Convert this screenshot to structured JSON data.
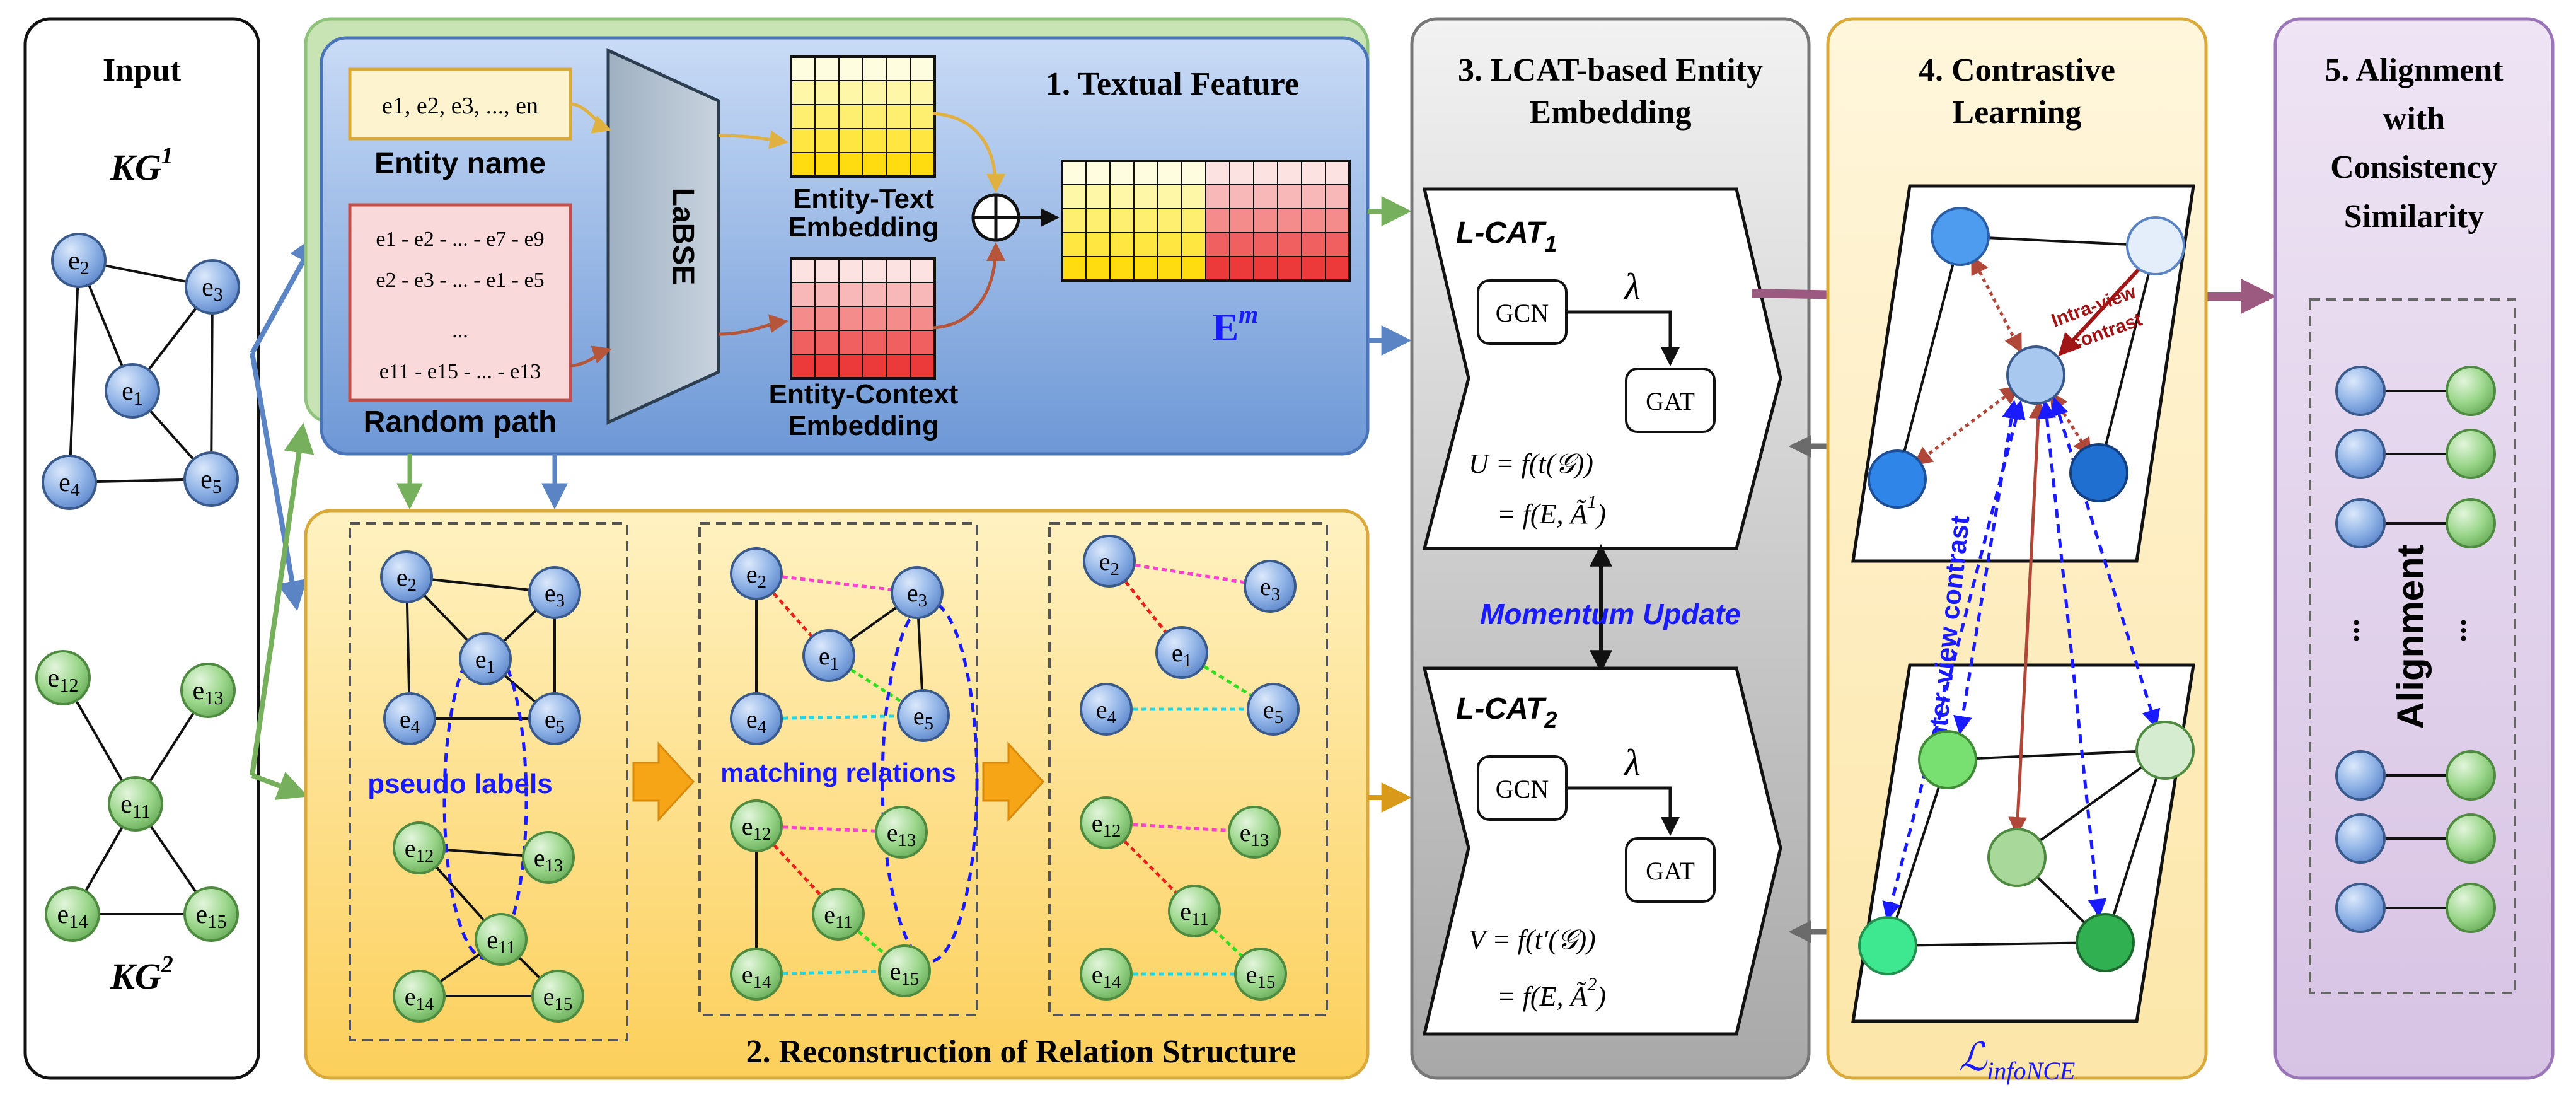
{
  "input": {
    "title": "Input",
    "kg1_label": "KG",
    "kg1_sup": "1",
    "kg2_label": "KG",
    "kg2_sup": "2",
    "kg1_nodes": [
      "e2",
      "e3",
      "e1",
      "e4",
      "e5"
    ],
    "kg2_nodes": [
      "e12",
      "e13",
      "e11",
      "e14",
      "e15"
    ]
  },
  "textual": {
    "title": "1. Textual Feature",
    "entity_seq": "e1, e2, e3, ..., en",
    "entity_name_label": "Entity name",
    "path_lines": [
      "e1 - e2 - ... - e7 - e9",
      "e2 - e3 - ... - e1 - e5",
      "...",
      "e11 - e15 - ... - e13"
    ],
    "random_path_label": "Random path",
    "labse": "LaBSE",
    "entity_text_label": [
      "Entity-Text",
      "Embedding"
    ],
    "entity_context_label": [
      "Entity-Context",
      "Embedding"
    ],
    "em_label": "E",
    "em_sup": "m"
  },
  "recon": {
    "title": "2. Reconstruction of Relation Structure",
    "pseudo_labels": "pseudo labels",
    "matching_relations": "matching relations"
  },
  "lcat": {
    "title_line1": "3. LCAT-based Entity",
    "title_line2": "Embedding",
    "block1": {
      "name": "L-CAT",
      "sub": "1",
      "gcn": "GCN",
      "gat": "GAT",
      "lambda": "λ",
      "eq1": "U = f(t(𝒢))",
      "eq2": "= f(E, Ã",
      "eq2_sup": "1",
      "eq2_end": ")"
    },
    "block2": {
      "name": "L-CAT",
      "sub": "2",
      "gcn": "GCN",
      "gat": "GAT",
      "lambda": "λ",
      "eq1": "V = f(t′(𝒢))",
      "eq2": "= f(E, Ã",
      "eq2_sup": "2",
      "eq2_end": ")"
    },
    "momentum": "Momentum Update"
  },
  "contrastive": {
    "title_line1": "4. Contrastive",
    "title_line2": "Learning",
    "intra_line1": "Intra-view",
    "intra_line2": "contrast",
    "inter": "Inter-view contrast",
    "loss": "ℒ",
    "loss_sub": "infoNCE"
  },
  "alignment": {
    "title_lines": [
      "5. Alignment",
      "with",
      "Consistency",
      "Similarity"
    ],
    "label": "Alignment",
    "dots": "..."
  },
  "colors": {
    "blue_node": "#8eb2e6",
    "green_node": "#9ad68a",
    "textual_bg": "#7fa8e0",
    "recon_bg": "#fde08a",
    "lcat_bg": "#d9d9d9",
    "contrastive_bg": "#fdeec6",
    "alignment_bg": "#e4d6ec",
    "accent_blue": "#1a1aff",
    "accent_red": "#9a1010"
  }
}
